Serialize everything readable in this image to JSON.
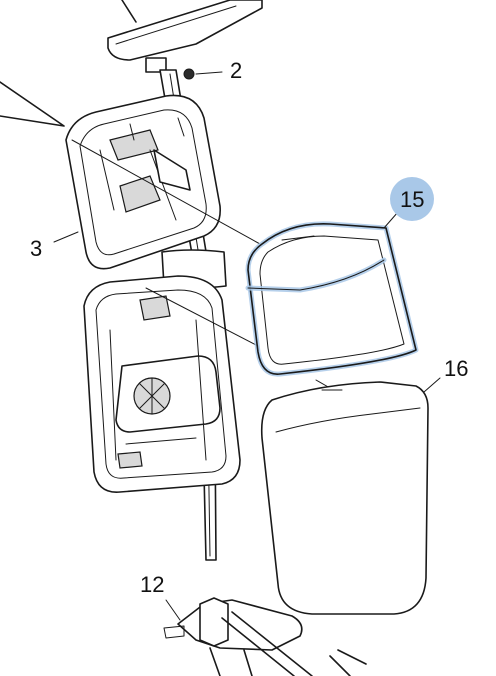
{
  "colors": {
    "highlight": "#a9c8e8",
    "highlight_badge": "#a9c8e8",
    "line": "#1a1a1a"
  },
  "callouts": {
    "part_2": "2",
    "part_3": "3",
    "part_15": "15",
    "part_16": "16",
    "part_12": "12"
  }
}
